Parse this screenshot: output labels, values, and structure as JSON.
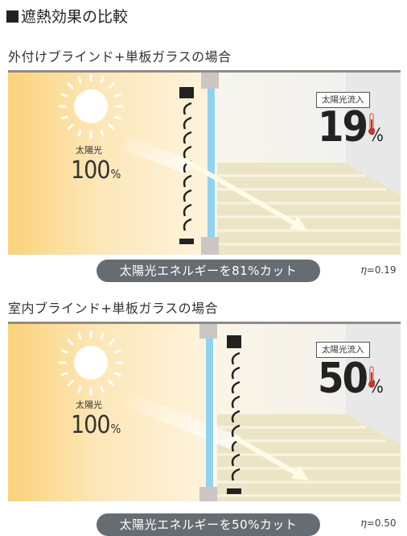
{
  "page_title": "遮熱効果の比較",
  "sections": [
    {
      "title": "外付けブラインド+単板ガラスの場合",
      "sun_label": "太陽光",
      "sun_percent": "100",
      "percent_unit": "%",
      "inflow_label": "太陽光流入",
      "inflow_value": "19",
      "cut_text": "太陽光エネルギーを81%カット",
      "eta_symbol": "η",
      "eta_value": "=0.19",
      "blind_position": "outside"
    },
    {
      "title": "室内ブラインド+単板ガラスの場合",
      "sun_label": "太陽光",
      "sun_percent": "100",
      "percent_unit": "%",
      "inflow_label": "太陽光流入",
      "inflow_value": "50",
      "cut_text": "太陽光エネルギーを50%カット",
      "eta_symbol": "η",
      "eta_value": "=0.50",
      "blind_position": "inside"
    }
  ],
  "colors": {
    "sun": "#ffffff",
    "sky_gradient_start": "#fbd98a",
    "glass": "#8fd3ee",
    "floor_stripe": "#e6deb9",
    "arrow": "#fff7d6",
    "pill": "#666d72",
    "thermometer": "#c0392b"
  }
}
